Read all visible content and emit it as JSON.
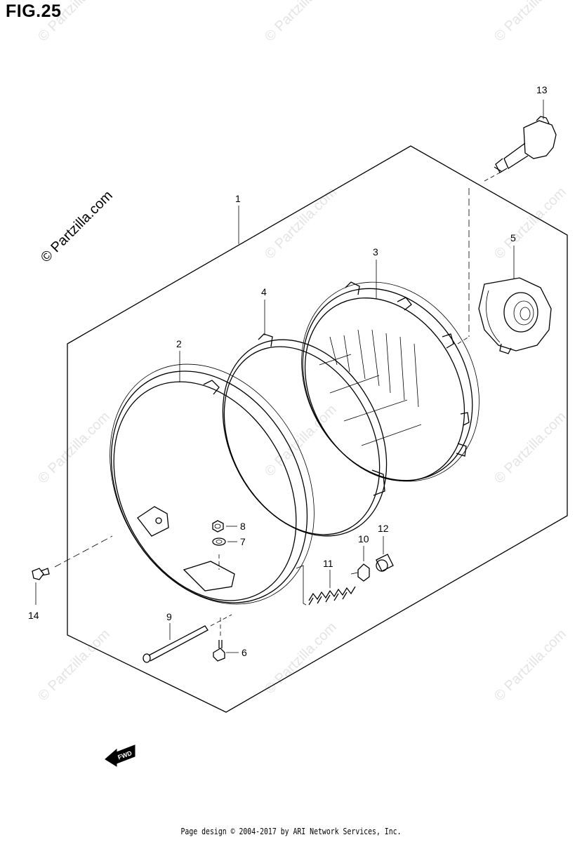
{
  "figure": {
    "title": "FIG.25"
  },
  "watermark": {
    "main_text": "© Partzilla.com",
    "repeat_text": "© Partzilla.com"
  },
  "callouts": [
    {
      "id": "1",
      "label": "1"
    },
    {
      "id": "2",
      "label": "2"
    },
    {
      "id": "3",
      "label": "3"
    },
    {
      "id": "4",
      "label": "4"
    },
    {
      "id": "5",
      "label": "5"
    },
    {
      "id": "6",
      "label": "6"
    },
    {
      "id": "7",
      "label": "7"
    },
    {
      "id": "8",
      "label": "8"
    },
    {
      "id": "9",
      "label": "9"
    },
    {
      "id": "10",
      "label": "10"
    },
    {
      "id": "11",
      "label": "11"
    },
    {
      "id": "12",
      "label": "12"
    },
    {
      "id": "13",
      "label": "13"
    },
    {
      "id": "14",
      "label": "14"
    }
  ],
  "direction_marker": {
    "label": "FWD"
  },
  "footer": {
    "text": "Page design © 2004-2017 by ARI Network Services, Inc."
  },
  "colors": {
    "line": "#000000",
    "watermark": "#e4e4e4"
  }
}
